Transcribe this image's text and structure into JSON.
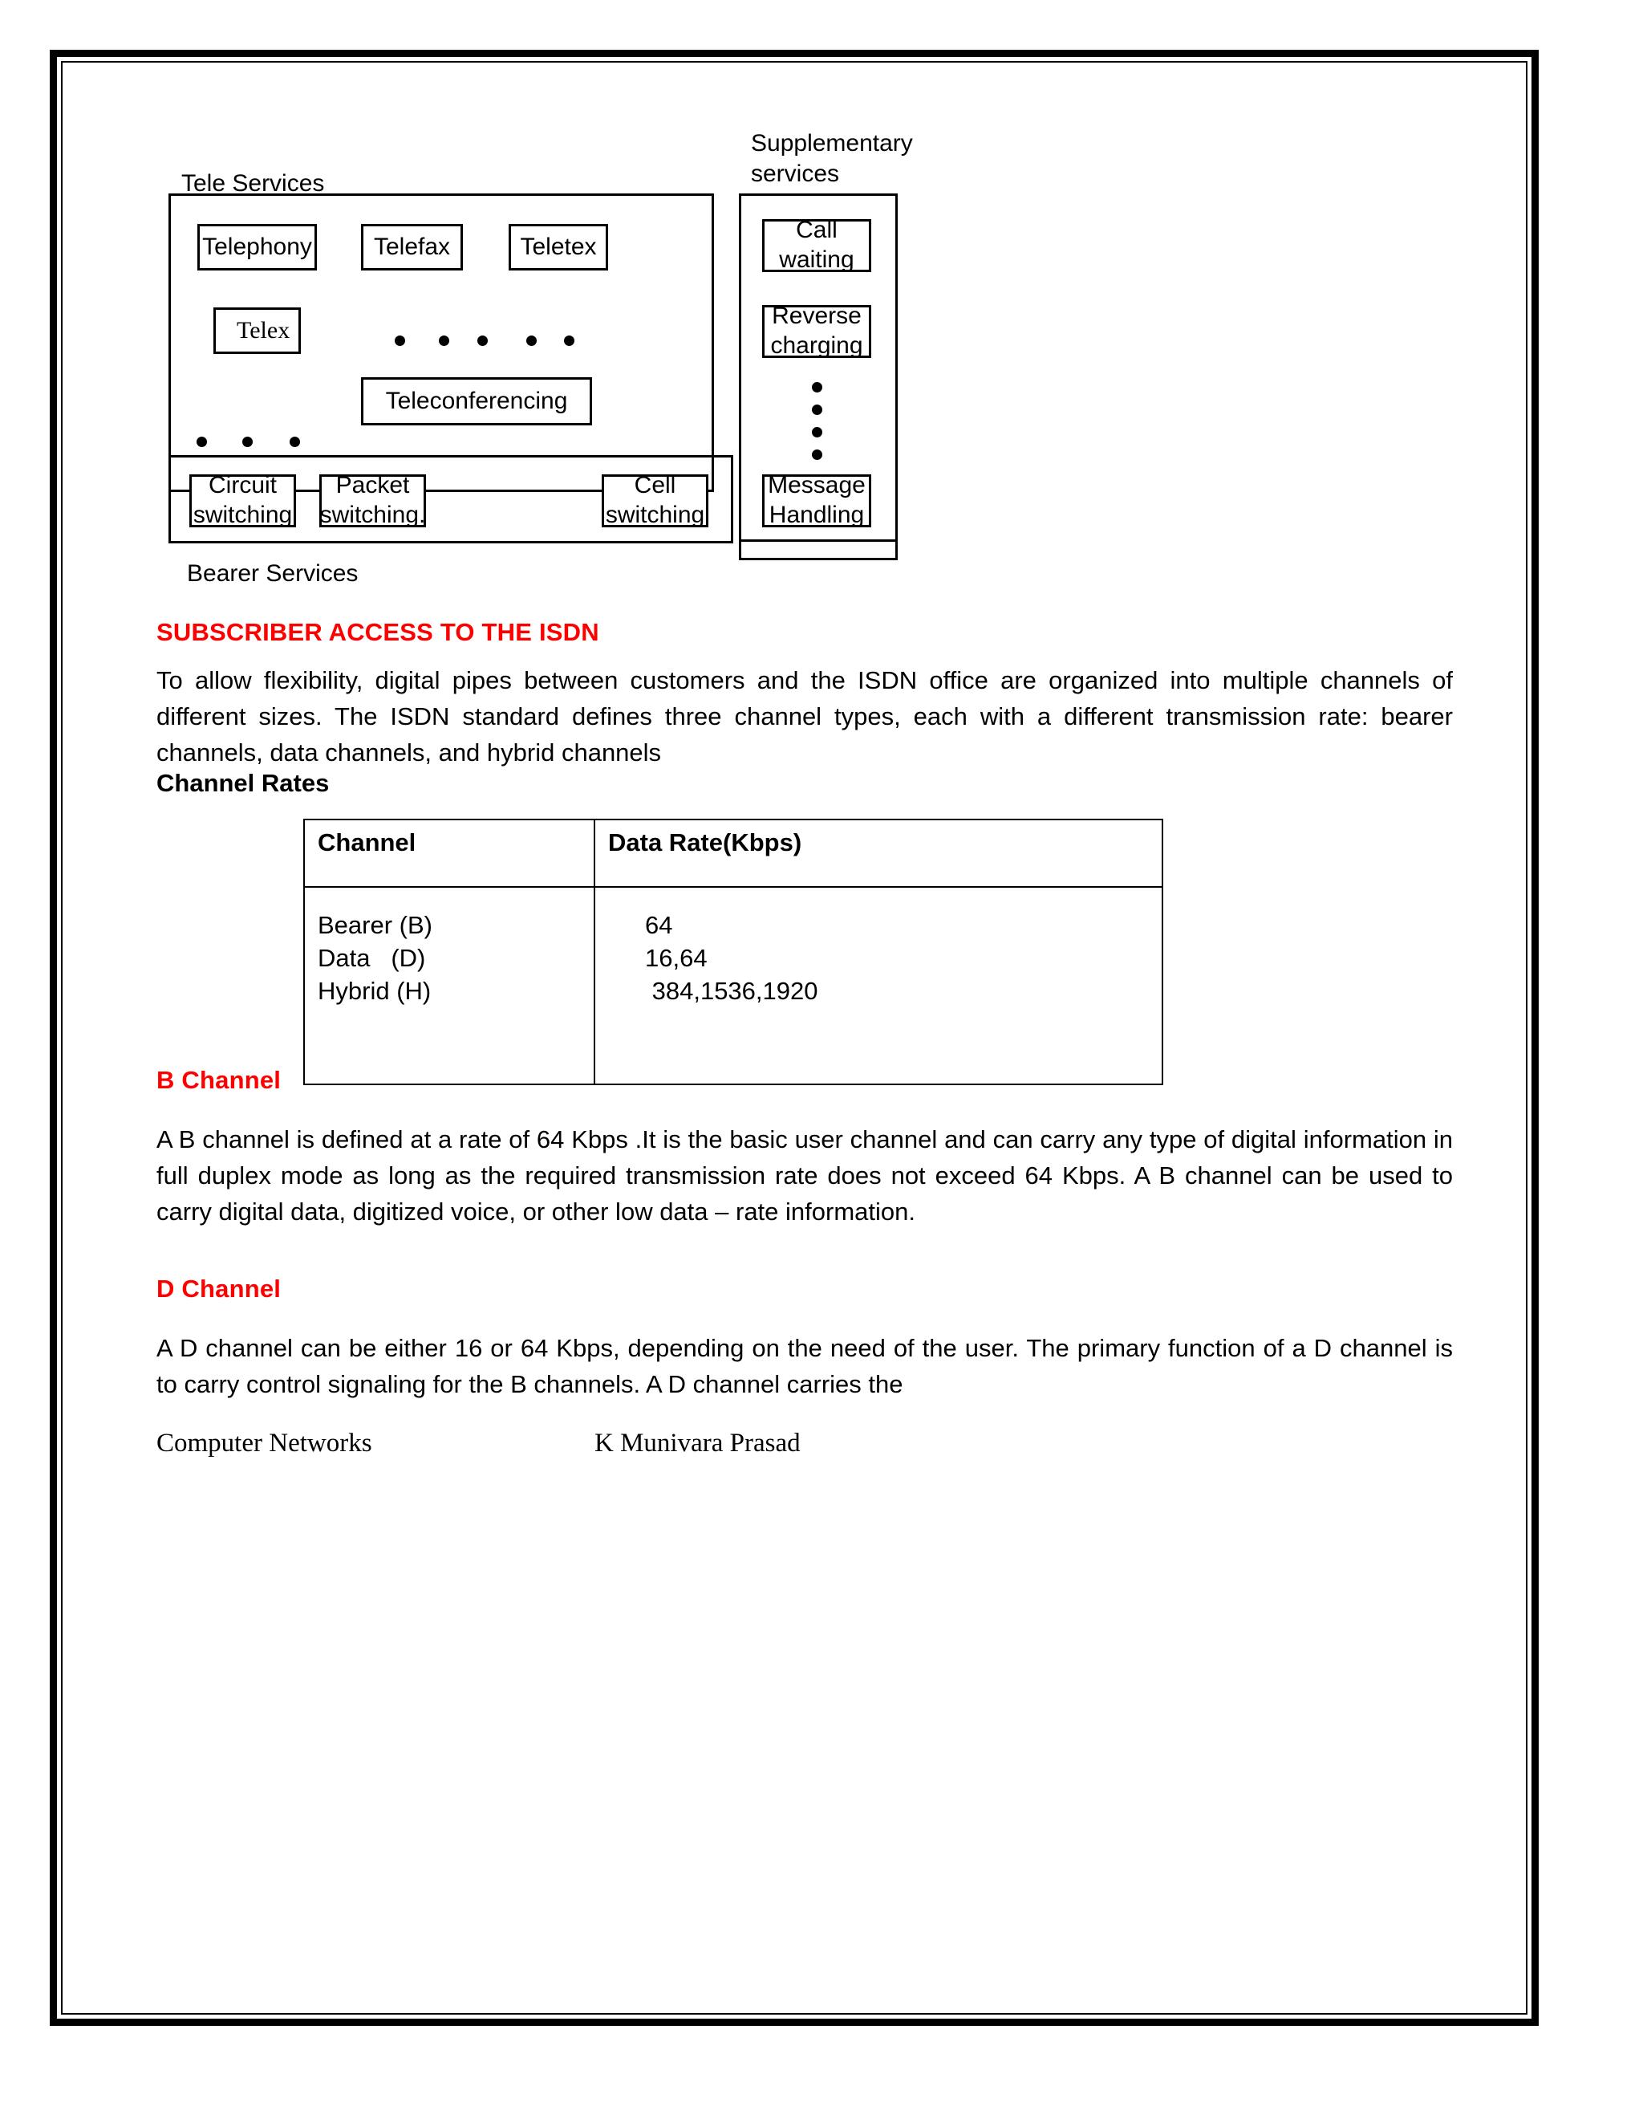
{
  "diagram": {
    "labels": {
      "tele_services": "Tele Services",
      "supplementary_services": "Supplementary\nservices",
      "bearer_services": "Bearer Services"
    },
    "tele_nodes": [
      {
        "label": "Telephony"
      },
      {
        "label": "Telefax"
      },
      {
        "label": "Teletex"
      },
      {
        "label": "Telex"
      },
      {
        "label": "Teleconferencing"
      }
    ],
    "bearer_nodes": [
      {
        "label": "Circuit\nswitching"
      },
      {
        "label": "Packet\nswitching."
      },
      {
        "label": "Cell\nswitching"
      }
    ],
    "supplementary_nodes": [
      {
        "label": "Call\nwaiting"
      },
      {
        "label": "Reverse\ncharging"
      },
      {
        "label": "Message\nHandling"
      }
    ]
  },
  "content": {
    "section_heading": "SUBSCRIBER ACCESS TO THE ISDN",
    "intro_paragraph": "To allow flexibility, digital pipes between customers and the ISDN office are organized into multiple channels of different sizes. The ISDN standard defines three channel types, each with a different transmission rate: bearer channels, data channels, and hybrid channels",
    "channel_rates_heading": "Channel Rates",
    "b_channel_heading": "B Channel",
    "b_channel_paragraph": "A B channel is defined at a rate of 64 Kbps  .It is the basic user channel and can carry any type of digital information in full duplex mode as long as the required transmission rate does not exceed 64 Kbps. A B channel can be used to carry digital data, digitized voice, or other low data – rate information.",
    "d_channel_heading": "D Channel",
    "d_channel_paragraph": "A D channel can be either 16 or 64 Kbps, depending on the need of the user. The primary function of a D channel is to carry control signaling for the B channels. A D channel carries the"
  },
  "table": {
    "headers": [
      "Channel",
      "Data  Rate(Kbps)"
    ],
    "channels": [
      "Bearer (B)",
      "Data   (D)",
      "Hybrid (H)"
    ],
    "rates": [
      "64",
      "16,64",
      " 384,1536,1920"
    ]
  },
  "footer": {
    "left": "Computer Networks",
    "right": "K Munivara Prasad"
  },
  "colors": {
    "heading_red": "#FF0000",
    "text_black": "#000000",
    "page_background": "#FFFFFF"
  }
}
